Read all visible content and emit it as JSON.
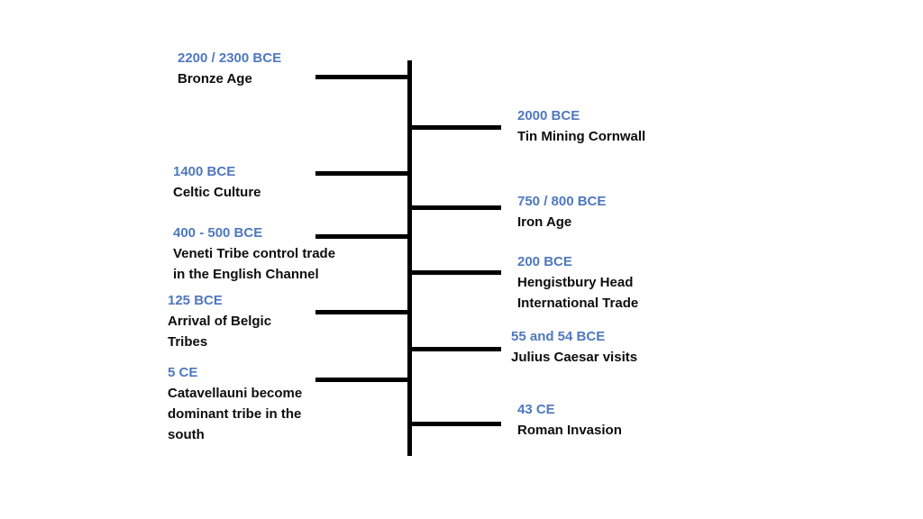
{
  "colors": {
    "date": "#4f78be",
    "label": "#0d0d0d",
    "line": "#000000"
  },
  "left_events": [
    {
      "date": "2200 / 2300 BCE",
      "lines": [
        "Bronze Age"
      ]
    },
    {
      "date": "1400 BCE",
      "lines": [
        "Celtic Culture"
      ]
    },
    {
      "date": "400 - 500 BCE",
      "lines": [
        "Veneti Tribe control trade",
        "in the English Channel"
      ]
    },
    {
      "date": "125 BCE",
      "lines": [
        "Arrival of Belgic",
        "Tribes"
      ]
    },
    {
      "date": "5 CE",
      "lines": [
        "Catavellauni become",
        "dominant tribe in the",
        "south"
      ]
    }
  ],
  "right_events": [
    {
      "date": "2000 BCE",
      "lines": [
        "Tin Mining Cornwall"
      ]
    },
    {
      "date": "750 / 800 BCE",
      "lines": [
        "Iron Age"
      ]
    },
    {
      "date": "200 BCE",
      "lines": [
        "Hengistbury Head",
        "International Trade"
      ]
    },
    {
      "date": "55 and 54 BCE",
      "lines": [
        "Julius Caesar visits"
      ]
    },
    {
      "date": "43 CE",
      "lines": [
        "Roman Invasion"
      ]
    }
  ]
}
